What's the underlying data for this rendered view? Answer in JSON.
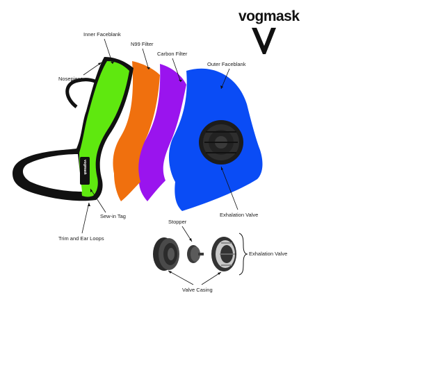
{
  "brand": {
    "name": "vogmask",
    "registered": "®",
    "tag_text": "vogmask"
  },
  "colors": {
    "inner_faceblank": "#5fe80f",
    "n99_filter": "#f0700e",
    "carbon_filter": "#9a14ee",
    "outer_faceblank": "#0a4cf5",
    "trim": "#111111",
    "valve": "#2b2b2b"
  },
  "labels": {
    "inner_faceblank": "Inner Faceblank",
    "n99_filter": "N99 Filter",
    "carbon_filter": "Carbon Filter",
    "outer_faceblank": "Outer Faceblank",
    "nosepiece": "Nosepiece",
    "sew_in_tag": "Sew-in Tag",
    "trim_and_ear_loops": "Trim and Ear Loops",
    "exhalation_valve_mask": "Exhalation Valve",
    "stopper": "Stopper",
    "exhalation_valve_group": "Exhalation Valve",
    "valve_casing": "Valve Casing"
  },
  "icons": {
    "logo": "vogmask-v-logo",
    "valve_parts": [
      "valve-casing-back",
      "stopper",
      "valve-casing-front"
    ]
  }
}
